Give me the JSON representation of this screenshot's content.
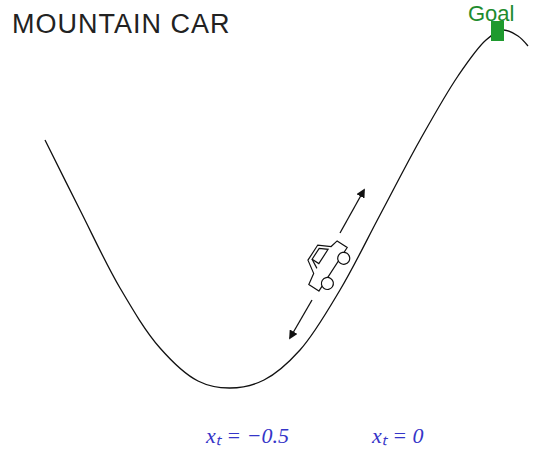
{
  "diagram": {
    "title": "MOUNTAIN CAR",
    "labels": [
      "Goal",
      "xₜ = −0.5",
      "xₜ = 0"
    ]
  }
}
